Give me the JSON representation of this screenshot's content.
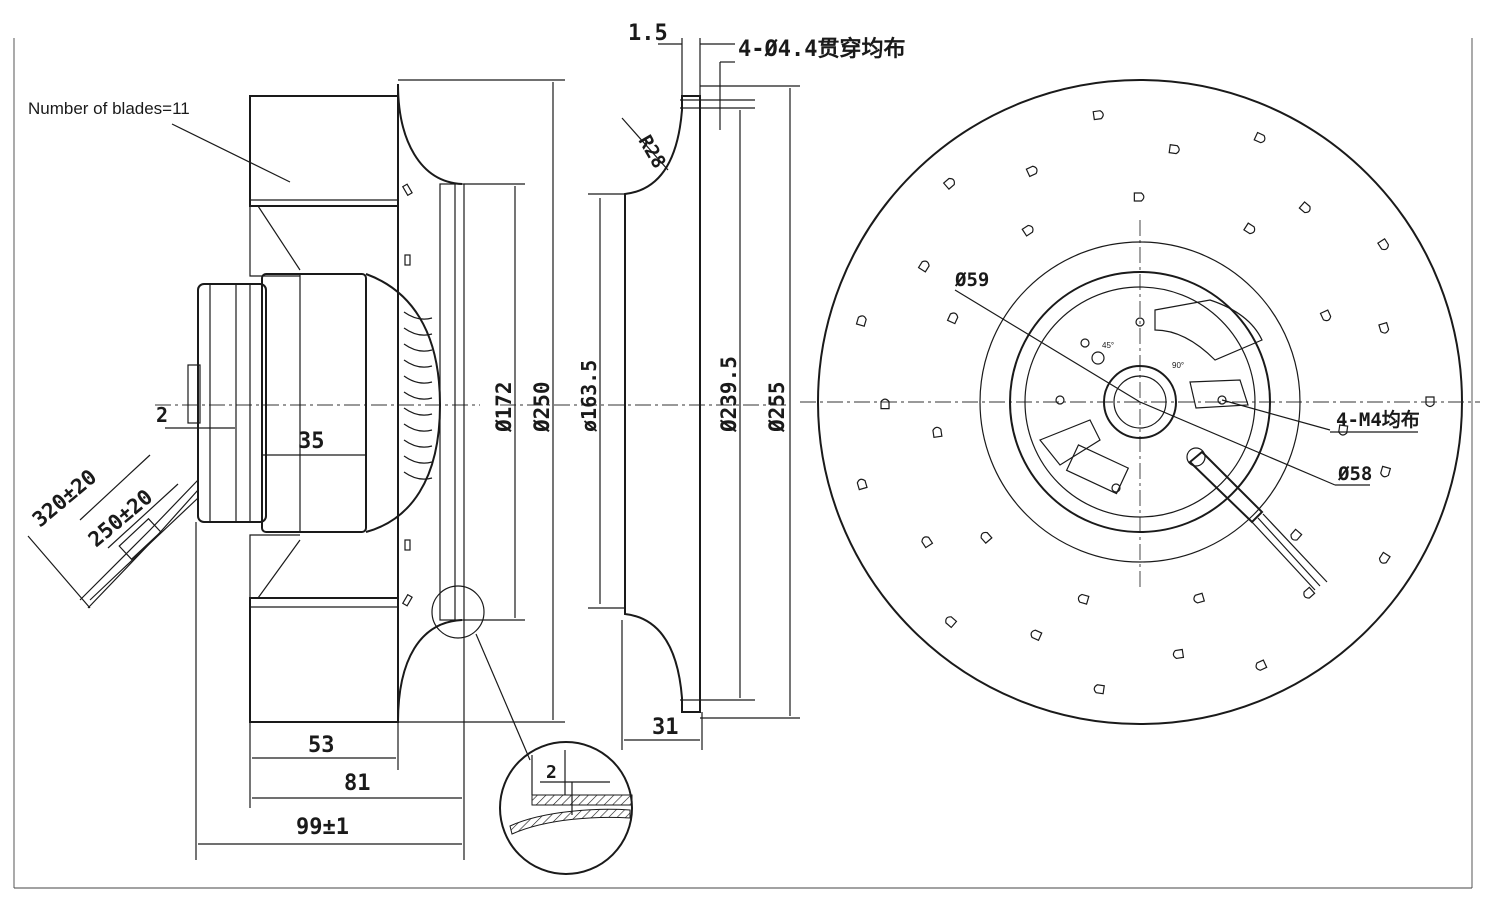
{
  "labels": {
    "blades_note": "Number of blades=11",
    "through_holes": "4-Ø4.4贯穿均布",
    "threaded_holes": "4-M4均布",
    "radius": "R28",
    "angle_45": "45°",
    "angle_90": "90°"
  },
  "dimensions": {
    "d_gap": "1.5",
    "d_2_left": "2",
    "d_35": "35",
    "d_320": "320±20",
    "d_250_lead": "250±20",
    "d_172": "Ø172",
    "d_250": "Ø250",
    "d_163": "ø163.5",
    "d_239": "Ø239.5",
    "d_255": "Ø255",
    "d_53": "53",
    "d_81": "81",
    "d_99": "99±1",
    "d_31": "31",
    "d_2_detail": "2",
    "d_59": "Ø59",
    "d_58": "Ø58"
  },
  "colors": {
    "line": "#1a1a1a",
    "background": "#ffffff"
  }
}
